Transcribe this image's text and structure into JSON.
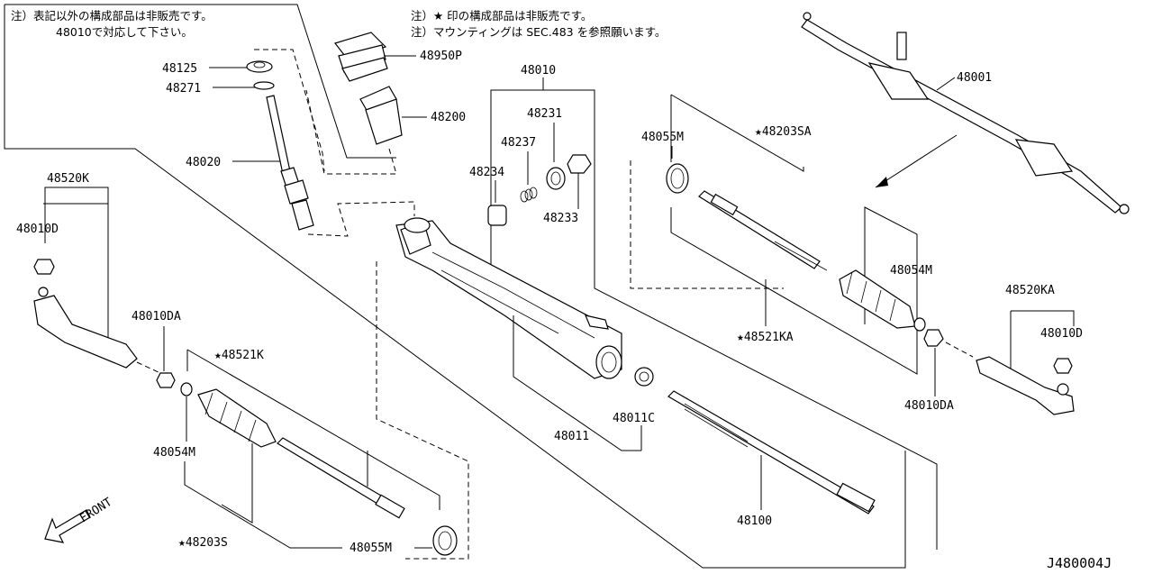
{
  "notes": {
    "left_line1": "注）表記以外の構成部品は非販売です。",
    "left_line2": "48010で対応して下さい。",
    "top_line1": "注）★ 印の構成部品は非販売です。",
    "top_line2": "注）マウンティングは SEC.483 を参照願います。"
  },
  "labels": {
    "p48125": "48125",
    "p48271": "48271",
    "p48020": "48020",
    "p48950P": "48950P",
    "p48200": "48200",
    "p48010": "48010",
    "p48231": "48231",
    "p48237": "48237",
    "p48234": "48234",
    "p48233": "48233",
    "p48001": "48001",
    "p48055M_top": "48055M",
    "p48203SA": "★48203SA",
    "p48054M_right": "48054M",
    "p48521KA": "★48521KA",
    "p48520KA": "48520KA",
    "p48010D_right": "48010D",
    "p48010DA_right": "48010DA",
    "p48520K": "48520K",
    "p48010D_left": "48010D",
    "p48010DA_left": "48010DA",
    "p48521K": "★48521K",
    "p48054M_left": "48054M",
    "p48203S": "★48203S",
    "p48055M_bottom": "48055M",
    "p48011C": "48011C",
    "p48011": "48011",
    "p48100": "48100"
  },
  "front_label": "FRONT",
  "diagram_id": "J480004J"
}
